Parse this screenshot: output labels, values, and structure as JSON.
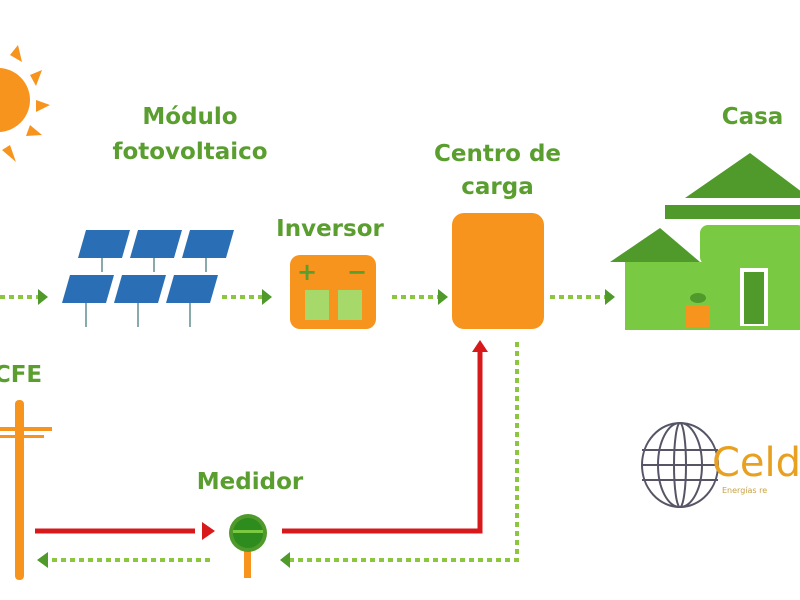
{
  "labels": {
    "modulo_line1": "Módulo",
    "modulo_line2": "fotovoltaico",
    "inversor": "Inversor",
    "centro_line1": "Centro de",
    "centro_line2": "carga",
    "casa": "Casa",
    "cfe": "CFE",
    "medidor": "Medidor",
    "inversor_plus": "+",
    "inversor_minus": "−"
  },
  "logo": {
    "text": "Celde",
    "subtext": "Energías re"
  },
  "colors": {
    "green_text": "#5a9e2f",
    "orange": "#f7941d",
    "house_green": "#7ac943",
    "red": "#d7191c",
    "dotted_green": "#8cc63f",
    "panel_blue": "#2a6fb5"
  }
}
